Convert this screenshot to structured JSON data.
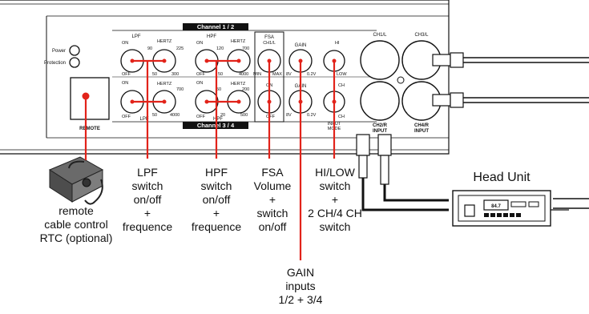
{
  "panel": {
    "channel_top": "Channel 1 / 2",
    "channel_bottom": "Channel 3 / 4",
    "power_label": "Power",
    "protection_label": "Protection",
    "remote_label": "REMOTE",
    "lpf_label": "LPF",
    "hpf_label": "HPF",
    "hertz_label": "HERTZ",
    "on_label": "ON",
    "off_label": "OFF",
    "fsa_label": "FSA",
    "ch1l_label": "CH1/L",
    "min_label": "MIN",
    "max_label": "MAX",
    "gain_label": "GAIN",
    "gain_min": "8V",
    "gain_max": "0.2V",
    "hi_label": "HI",
    "low_label": "LOW",
    "ch_label": "CH",
    "input_mode_label": "INPUT\nMODE",
    "lpf_top_scale": {
      "a": "90",
      "b": "225",
      "c": "50",
      "d": "300"
    },
    "hpf_top_scale": {
      "a": "120",
      "b": "700",
      "c": "50",
      "d": "4000"
    },
    "lpf_bot_scale": {
      "a": "700",
      "c": "50",
      "d": "4000"
    },
    "hpf_bot_scale": {
      "a": "50",
      "b": "200",
      "c": "20",
      "d": "500"
    },
    "rca_ch1l": "CH1/L",
    "rca_ch3l": "CH3/L",
    "rca_ch2r": "CH2/R\nINPUT",
    "rca_ch4r": "CH4/R\nINPUT"
  },
  "callouts": {
    "remote": "remote\ncable control\nRTC (optional)",
    "lpf": "LPF\nswitch\non/off\n+\nfrequence",
    "hpf": "HPF\nswitch\non/off\n+\nfrequence",
    "fsa": "FSA\nVolume\n+\nswitch\non/off",
    "hilow": "HI/LOW\nswitch\n+\n2 CH/4 CH\nswitch",
    "gain": "GAIN\ninputs\n1/2 + 3/4"
  },
  "head_unit": {
    "title": "Head Unit",
    "display": "84.7"
  },
  "colors": {
    "accent": "#e2231a",
    "line": "#111111"
  }
}
